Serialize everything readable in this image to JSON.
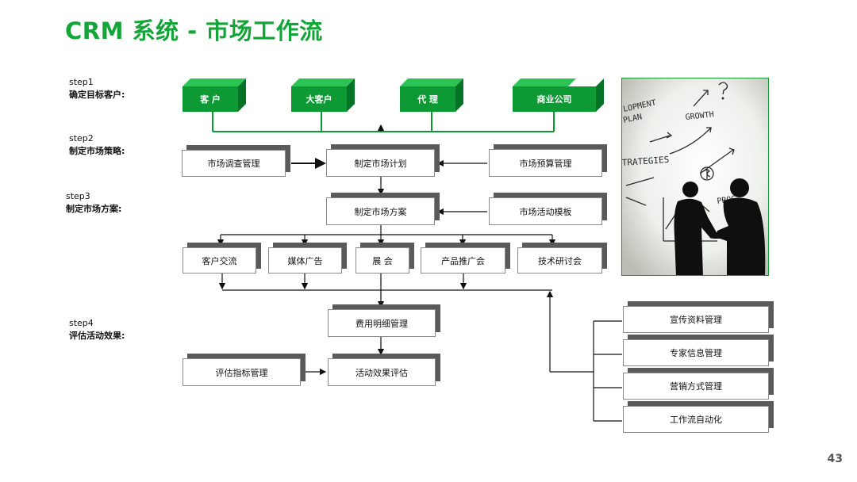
{
  "title": "CRM 系统 - 市场工作流",
  "page_number": "43",
  "steps": [
    {
      "name": "step1",
      "desc": "确定目标客户:"
    },
    {
      "name": "step2",
      "desc": "制定市场策略:"
    },
    {
      "name": "step3",
      "desc": "制定市场方案:"
    },
    {
      "name": "step4",
      "desc": "评估活动效果:"
    }
  ],
  "customers": [
    "客 户",
    "大客户",
    "代 理",
    "商业公司"
  ],
  "strategy": {
    "left": "市场调查管理",
    "center": "制定市场计划",
    "right": "市场预算管理"
  },
  "plan": {
    "center": "制定市场方案",
    "right": "市场活动模板"
  },
  "activities": [
    "客户交流",
    "媒体广告",
    "展 会",
    "产品推广会",
    "技术研讨会"
  ],
  "evaluation": {
    "cost": "费用明细管理",
    "left": "评估指标管理",
    "result": "活动效果评估"
  },
  "tools": [
    "宣传资料管理",
    "专家信息管理",
    "营销方式管理",
    "工作流自动化"
  ],
  "photo_text": {
    "line1": "LOPMENT",
    "line2": "PLAN",
    "growth": "GROWTH",
    "strategies": "TRATEGIES",
    "progress": "PROG"
  },
  "colors": {
    "accent": "#13a538",
    "box_green": "#0d9a35"
  }
}
